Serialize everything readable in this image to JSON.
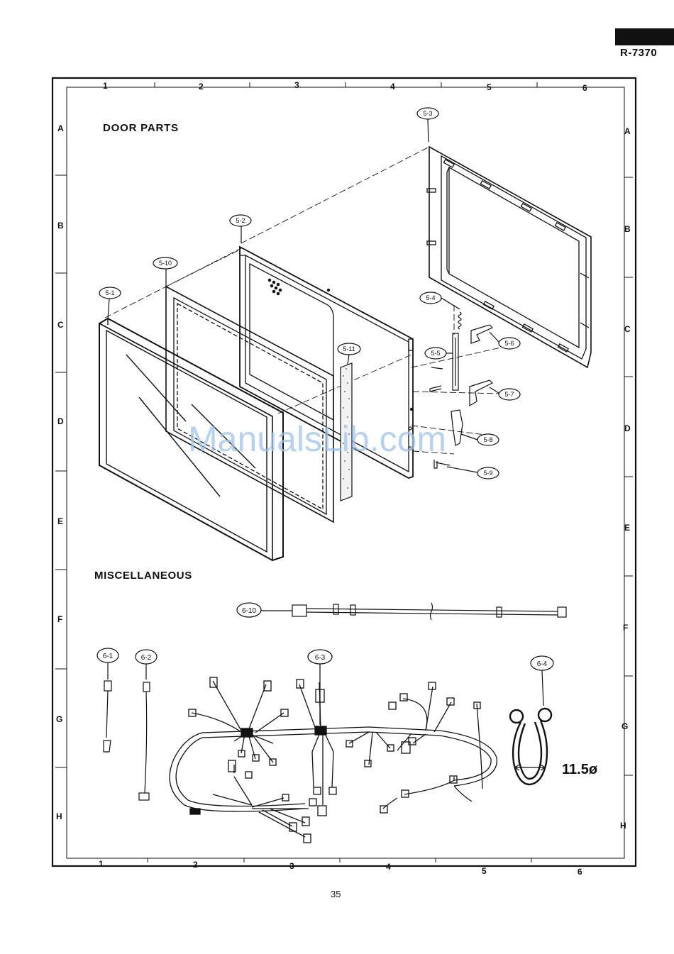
{
  "header": {
    "model": "R-7370"
  },
  "footer": {
    "page_number": "35"
  },
  "grid": {
    "columns": [
      "1",
      "2",
      "3",
      "4",
      "5",
      "6"
    ],
    "rows": [
      "A",
      "B",
      "C",
      "D",
      "E",
      "F",
      "G",
      "H"
    ]
  },
  "sections": {
    "door": "DOOR PARTS",
    "misc": "MISCELLANEOUS"
  },
  "callouts": {
    "c5_1": "5-1",
    "c5_2": "5-2",
    "c5_3": "5-3",
    "c5_4": "5-4",
    "c5_5": "5-5",
    "c5_6": "5-6",
    "c5_7": "5-7",
    "c5_8": "5-8",
    "c5_9": "5-9",
    "c5_10": "5-10",
    "c5_11": "5-11",
    "c6_1": "6-1",
    "c6_2": "6-2",
    "c6_3": "6-3",
    "c6_4": "6-4",
    "c6_10": "6-10"
  },
  "dimension": "11.5ø",
  "watermark": "ManualsLib.com",
  "colors": {
    "ink": "#111111",
    "watermark": "#9ec3ee"
  }
}
